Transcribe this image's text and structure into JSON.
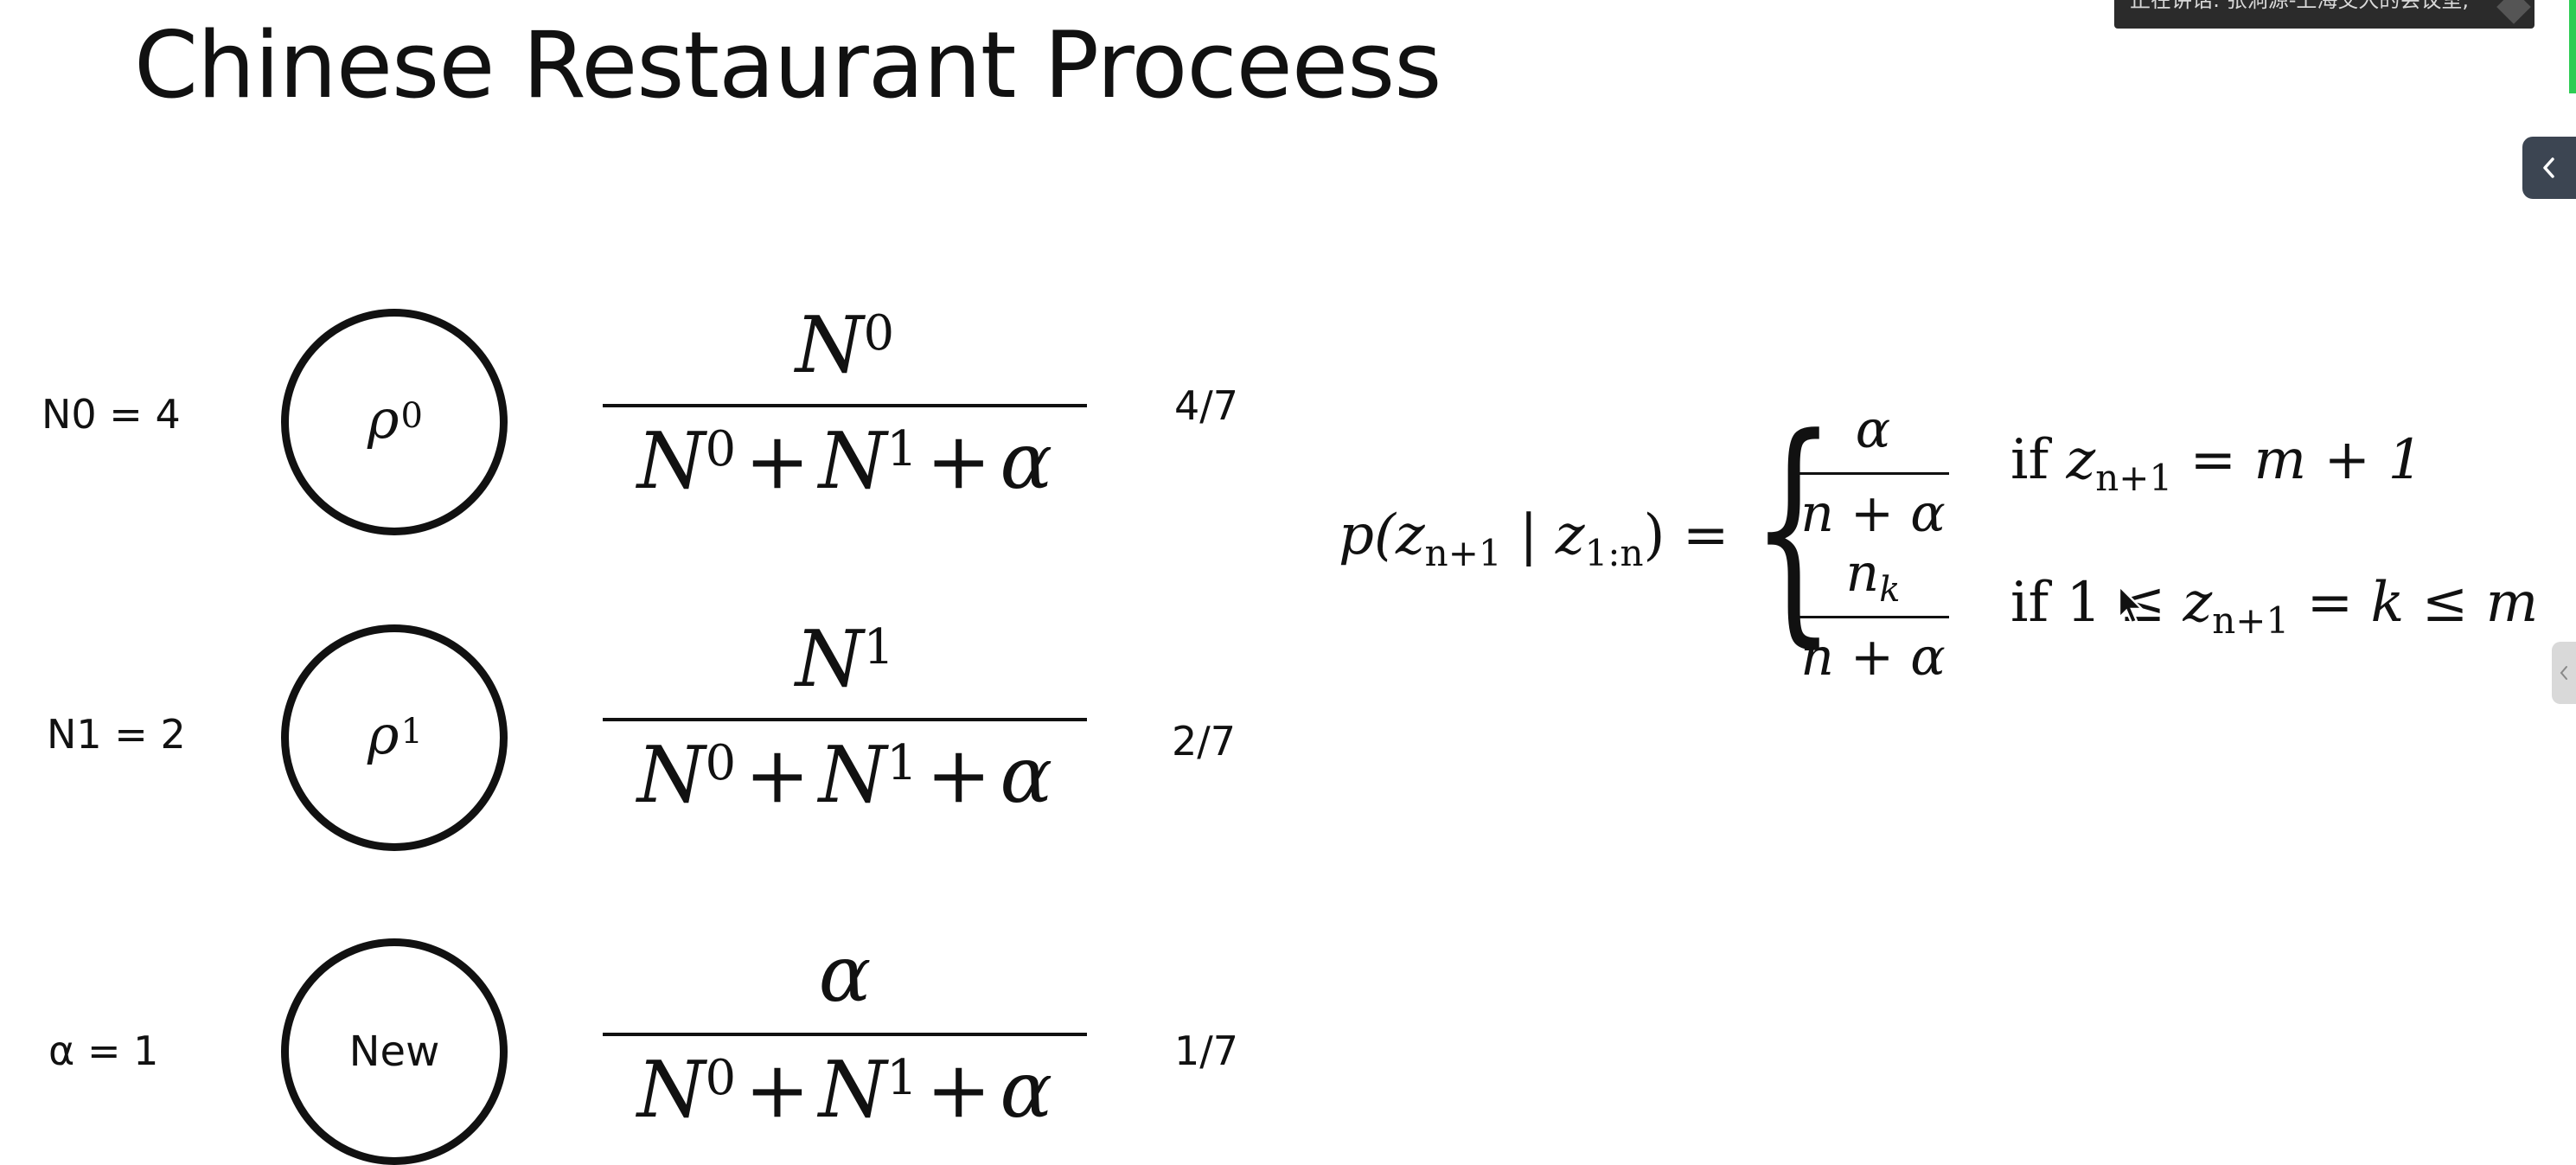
{
  "slide": {
    "title": "Chinese Restaurant Proceess"
  },
  "rows": [
    {
      "label": "N0 = 4",
      "table_symbol": "ρ",
      "table_superscript": "0",
      "numerator": {
        "base": "N",
        "sup": "0"
      },
      "probability": "4/7"
    },
    {
      "label": "N1 = 2",
      "table_symbol": "ρ",
      "table_superscript": "1",
      "numerator": {
        "base": "N",
        "sup": "1"
      },
      "probability": "2/7"
    },
    {
      "label": "α = 1",
      "table_text": "New",
      "numerator": {
        "base": "α"
      },
      "probability": "1/7"
    }
  ],
  "denominator": {
    "term1_base": "N",
    "term1_sup": "0",
    "plus": "+",
    "term2_base": "N",
    "term2_sup": "1",
    "term3": "α"
  },
  "formula": {
    "lhs_p": "p(",
    "lhs_z": "z",
    "lhs_sub1": "n+1",
    "lhs_bar": " | ",
    "lhs_sub2": "1:n",
    "lhs_close": ") =",
    "case1_num": "α",
    "case1_den": "n + α",
    "case1_cond_if": "if ",
    "case1_cond_z": "z",
    "case1_cond_sub": "n+1",
    "case1_cond_rest": " = m + 1",
    "case2_num": "n",
    "case2_num_sub": "k",
    "case2_den": "n + α",
    "case2_cond_if": "if 1 ",
    "case2_cond_le": "≤",
    "case2_cond_z": " z",
    "case2_cond_sub": "n+1",
    "case2_cond_rest": " = k ≤ m"
  },
  "overlay": {
    "meeting_banner": "正在讲话: 张洞源-上海交大的会议室;",
    "collapse_icon": "chevron-left-icon",
    "side_handle_icon": "chevron-left-icon",
    "accent_green": "#2ecc54",
    "panel_dark": "#3c4552"
  }
}
